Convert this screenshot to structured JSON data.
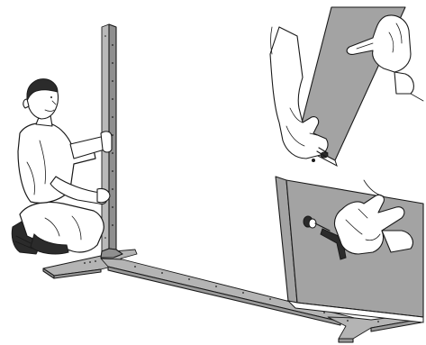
{
  "figure": {
    "scenes": [
      "person-raising-upright-pole",
      "hands-fitting-panel-screw",
      "hands-tightening-with-hex-key"
    ]
  },
  "colors": {
    "ink": "#1a1a1a",
    "metal": "#9a9a9a",
    "panel": "#a3a3a3",
    "background": "#ffffff"
  }
}
